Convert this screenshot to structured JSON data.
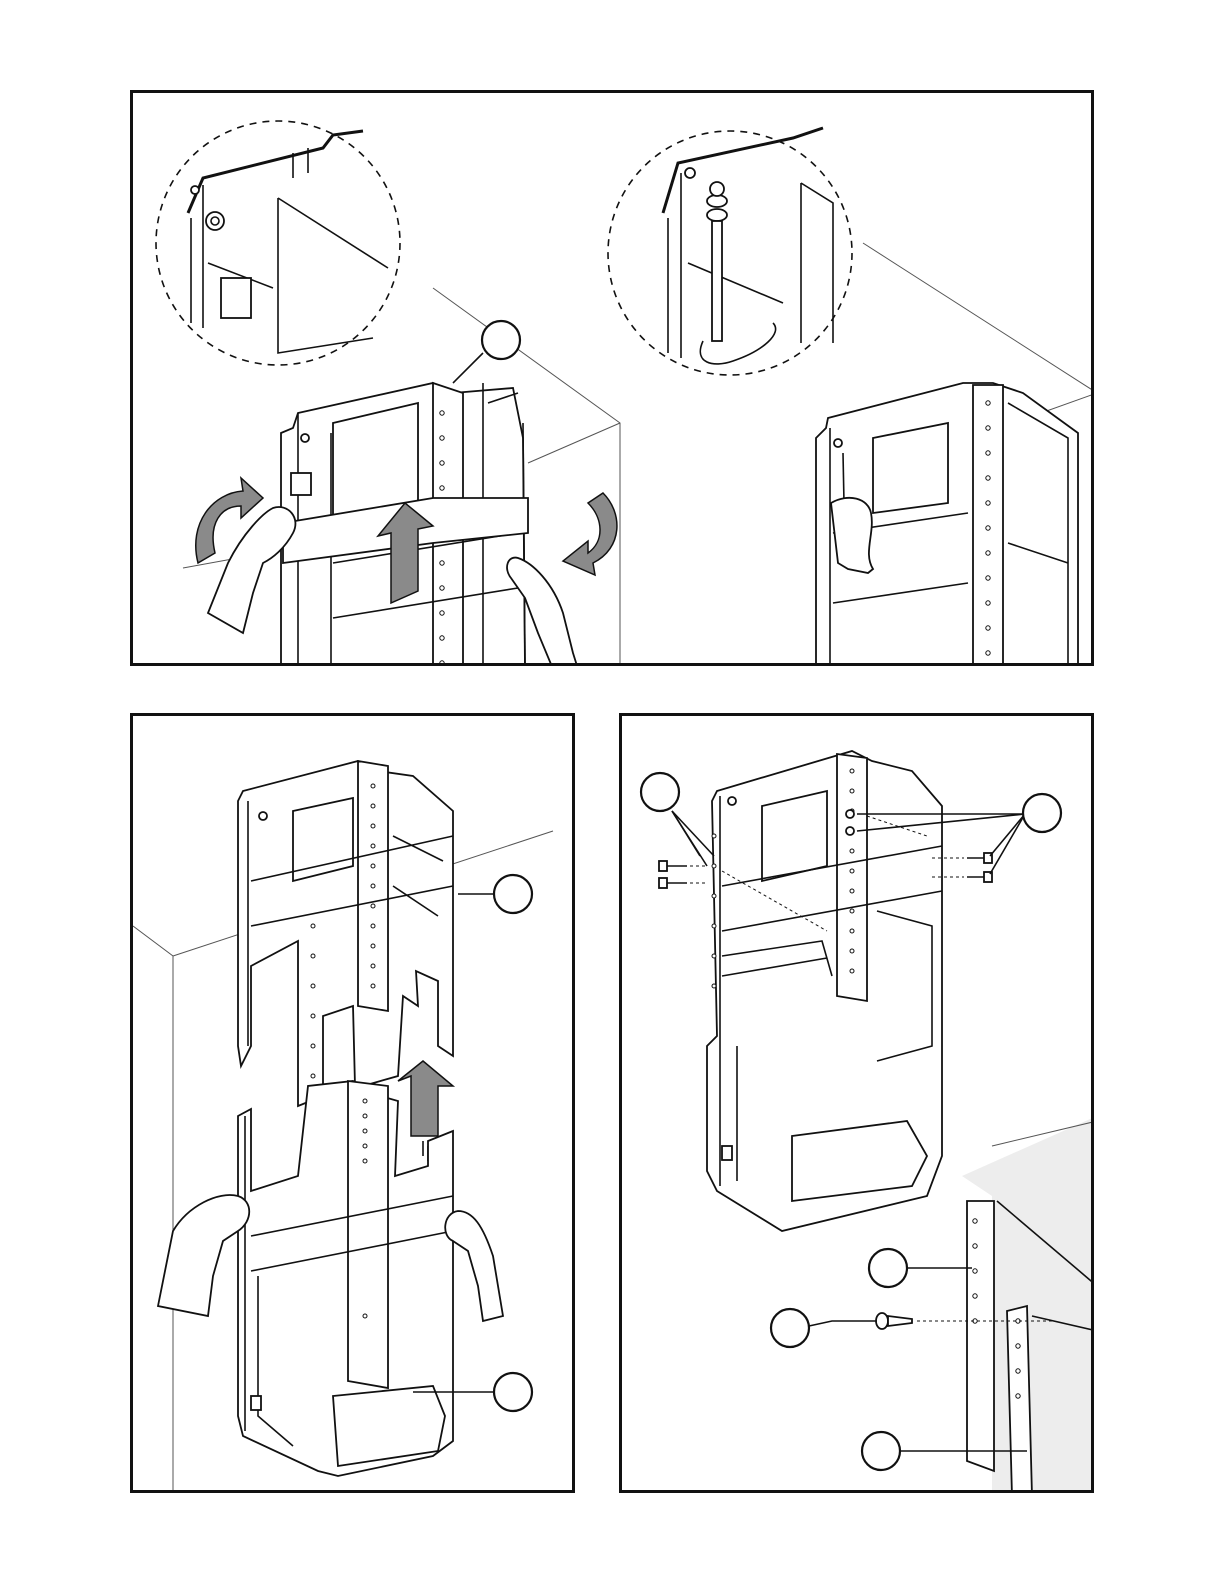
{
  "document": {
    "title": "",
    "panels": [
      {
        "id": "top",
        "description_label": "",
        "callouts": [
          ""
        ]
      },
      {
        "id": "bottom-left",
        "callouts": [
          "",
          ""
        ]
      },
      {
        "id": "bottom-right",
        "callouts": [
          "",
          "",
          "",
          "",
          ""
        ]
      }
    ]
  },
  "icons": {
    "rotate_left": "curved-arrow-icon",
    "rotate_right": "curved-arrow-icon",
    "up_arrow": "up-arrow-icon",
    "screw": "screw-icon",
    "screwdriver": "screwdriver-icon"
  },
  "colors": {
    "line": "#111111",
    "arrow_fill": "#8a8a8a",
    "wall_shade": "#ededed"
  }
}
